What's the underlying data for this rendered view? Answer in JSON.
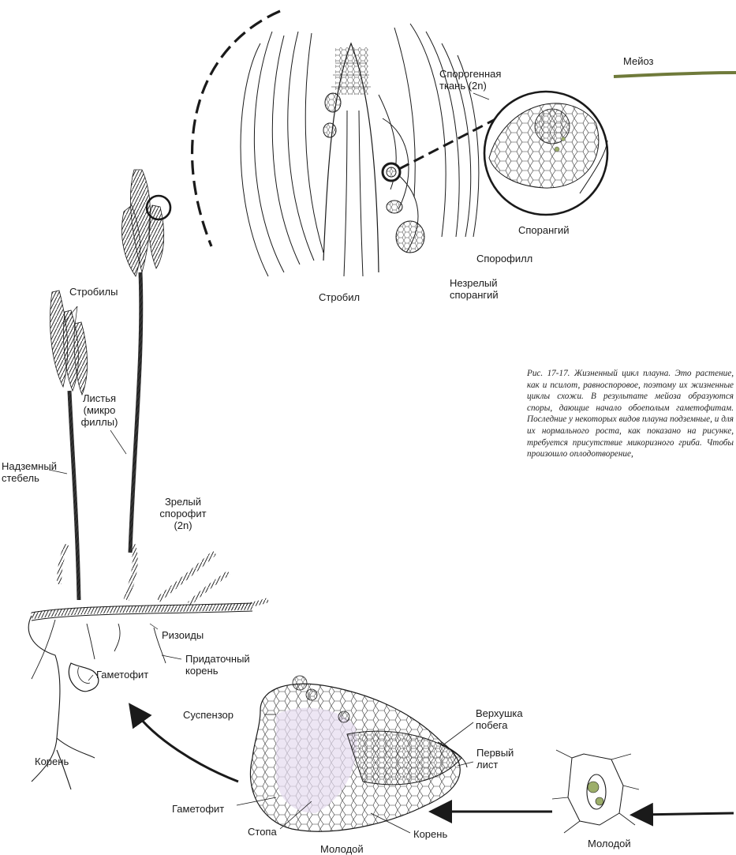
{
  "labels": {
    "meiosis": "Мейоз",
    "sporogenous_tissue": "Спорогенная\nткань (2n)",
    "sporangium": "Спорангий",
    "sporophyll": "Спорофилл",
    "immature_sporangium": "Незрелый\nспорангий",
    "strobilus": "Стробил",
    "strobili": "Стробилы",
    "leaves": "Листья\n(микро\nфиллы)",
    "aerial_stem": "Надземный\nстебель",
    "mature_sporophyte": "Зрелый\nспорофит\n(2n)",
    "rhizoids": "Ризоиды",
    "adventitious_root": "Придаточный\nкорень",
    "gametophyte": "Гаметофит",
    "root": "Корень",
    "suspensor": "Суспензор",
    "shoot_apex": "Верхушка\nпобега",
    "first_leaf": "Первый\nлист",
    "gametophyte_2": "Гаметофит",
    "foot": "Стопа",
    "root_2": "Корень",
    "young_1": "Молодой",
    "young_2": "Молодой"
  },
  "caption": "Рис. 17-17. Жизненный цикл плауна. Это растение, как и псилот, равноспоровое, поэтому их жизненные циклы схожи. В результате мейоза образуются споры, дающие начало обоеполым гаметофитам. Последние у некоторых видов плауна подземные, и для их нормального роста, как показано на рисунке, требуется присутствие микоризного гриба. Чтобы произошло оплодотворение,",
  "colors": {
    "ink": "#1a1a1a",
    "embryo_tint": "#e6dcef",
    "meiosis_bar": "#6f7a3a",
    "spore_cell": "#9cae6a"
  }
}
